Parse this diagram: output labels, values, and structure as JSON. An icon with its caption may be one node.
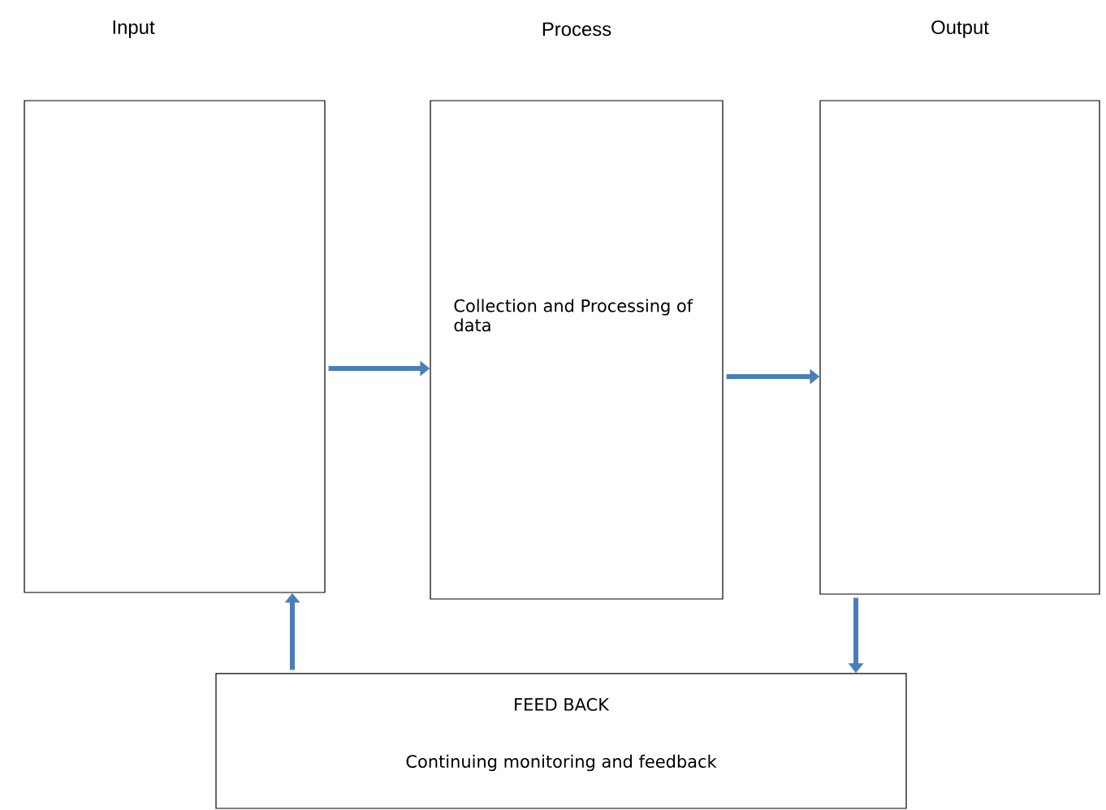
{
  "diagram": {
    "nodes": [
      {
        "text": [
          "Input"
        ]
      },
      {
        "text": [
          "Process",
          "Collection and Processing of data"
        ]
      },
      {
        "text": [
          "Output"
        ]
      },
      {
        "text": [
          "FEED BACK",
          "Continuing monitoring and feedback"
        ]
      }
    ],
    "edges": [
      {
        "from": 0,
        "to": 1,
        "arrow": "to"
      },
      {
        "from": 1,
        "to": 2,
        "arrow": "to"
      },
      {
        "from": 2,
        "to": 3,
        "arrow": "to"
      },
      {
        "from": 3,
        "to": 0,
        "arrow": "to"
      }
    ]
  }
}
